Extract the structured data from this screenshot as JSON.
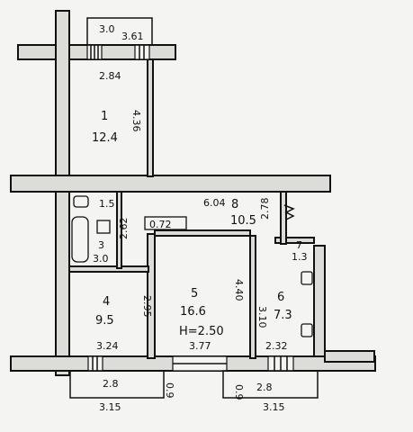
{
  "rooms": {
    "r1": {
      "no": "1",
      "area": "12.4"
    },
    "r3": {
      "no": "3",
      "area": "3.0"
    },
    "r4": {
      "no": "4",
      "area": "9.5"
    },
    "r5": {
      "no": "5",
      "area": "16.6",
      "height": "H=2.50"
    },
    "r6": {
      "no": "6",
      "area": "7.3"
    },
    "r7": {
      "no": "7",
      "area": "1.3"
    },
    "r8": {
      "no": "8",
      "area": "10.5"
    }
  },
  "dims": {
    "balcony_top_a": "3.0",
    "balcony_top_b": "3.61",
    "r1_width": "2.84",
    "r1_length": "4.36",
    "r8_width": "6.04",
    "r8_side": "2.78",
    "bath_width": "1.5",
    "bath_side": "2.62",
    "kitchen_side": "2.95",
    "r5_side": "4.40",
    "r6_side": "3.10",
    "r4_width": "3.24",
    "r5_width": "3.77",
    "r6_width": "2.32",
    "balcony_l_inner": "2.8",
    "balcony_l_outer": "3.15",
    "balcony_l_depth": "0.9",
    "balcony_r_inner": "2.8",
    "balcony_r_outer": "3.15",
    "balcony_r_depth": "0.9",
    "small_label": "0.72"
  }
}
